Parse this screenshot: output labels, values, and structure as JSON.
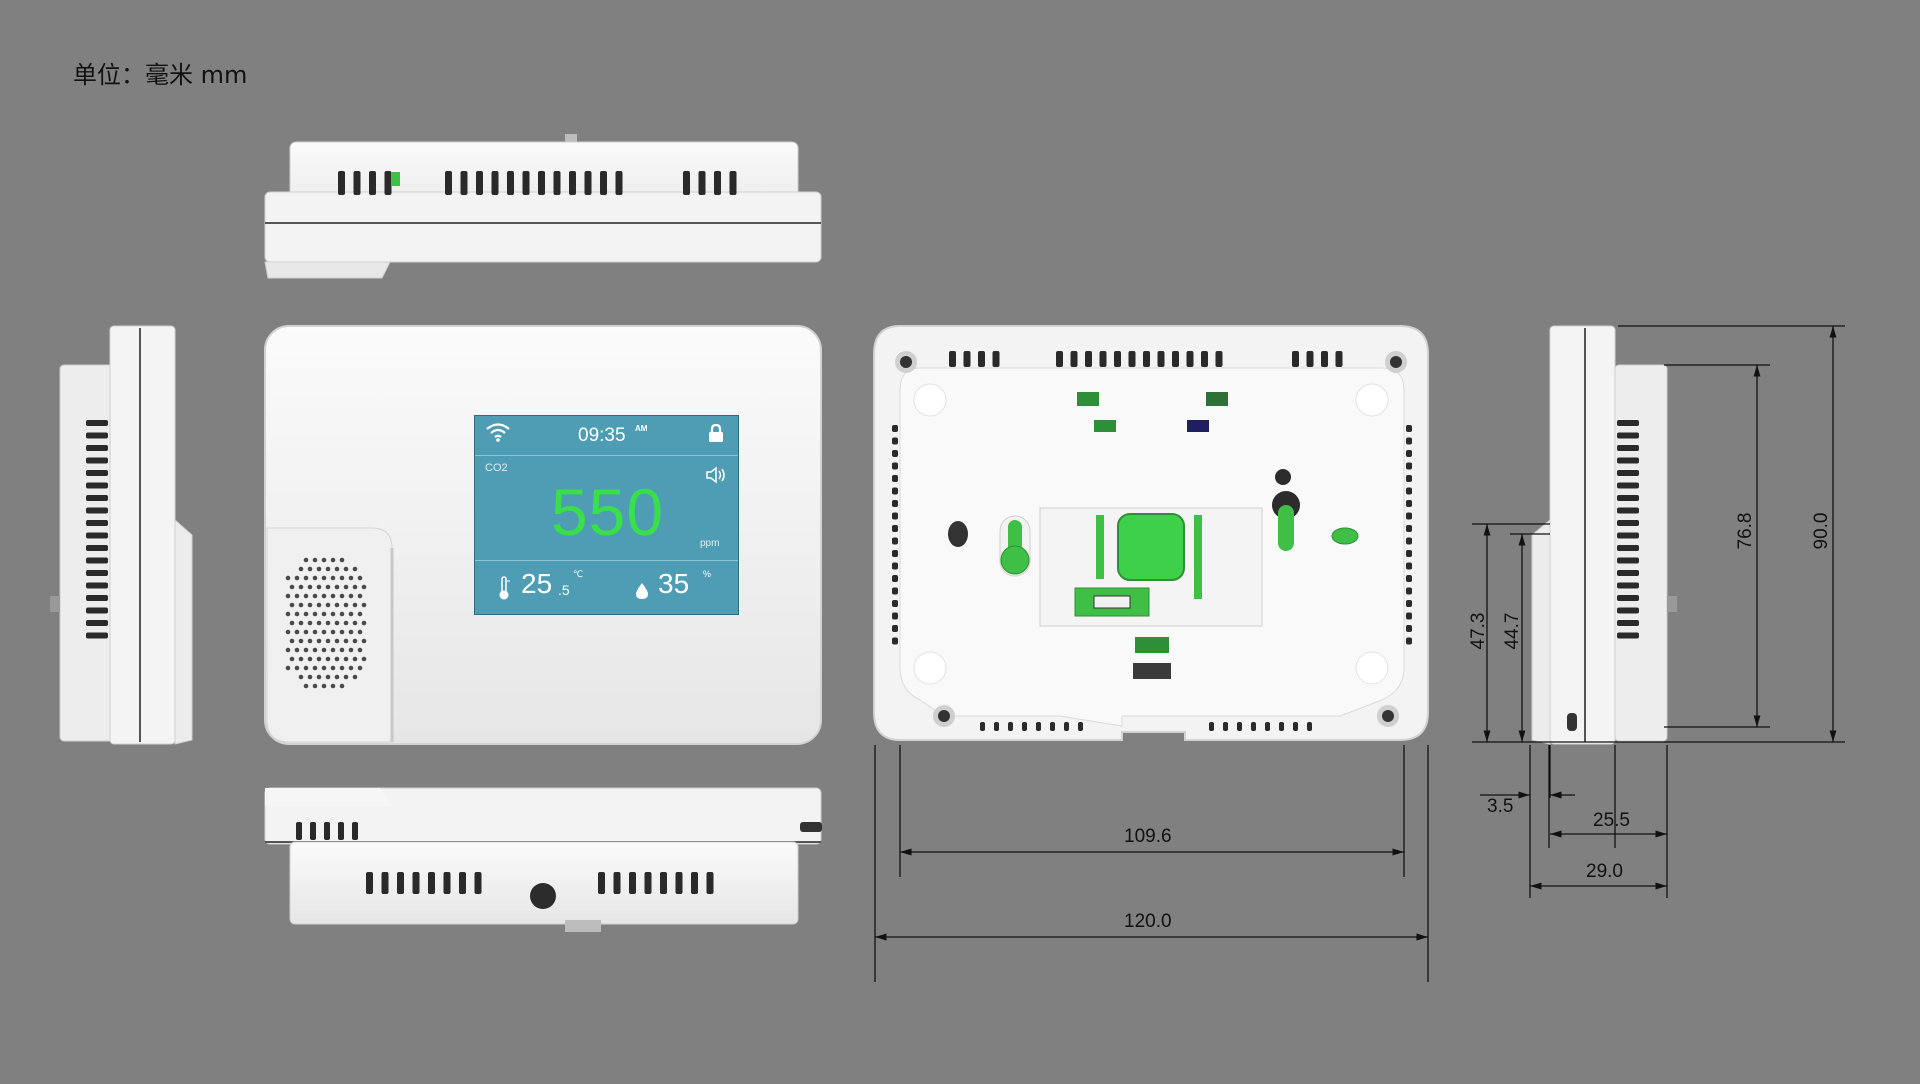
{
  "unit_label": "单位：毫米 mm",
  "screen": {
    "time": "09:35",
    "ampm": "AM",
    "co2_label": "CO2",
    "co2_value": "550",
    "co2_unit": "ppm",
    "temperature": "25",
    "temperature_decimal": ".5",
    "temperature_unit": "℃",
    "humidity": "35",
    "humidity_unit": "%"
  },
  "dimensions": {
    "inner_width": "109.6",
    "total_width": "120.0",
    "height_47": "47.3",
    "height_44": "44.7",
    "height_76": "76.8",
    "height_90": "90.0",
    "depth_3": "3.5",
    "depth_25": "25.5",
    "depth_29": "29.0"
  },
  "colors": {
    "background": "#808080",
    "device_body": "#f4f4f4",
    "screen": "#4f9db5",
    "co2_digits": "#39e04a",
    "terminal_green": "#3fbf46"
  },
  "icons": [
    "wifi-icon",
    "lock-icon",
    "speaker-icon",
    "thermometer-icon",
    "droplet-icon"
  ]
}
